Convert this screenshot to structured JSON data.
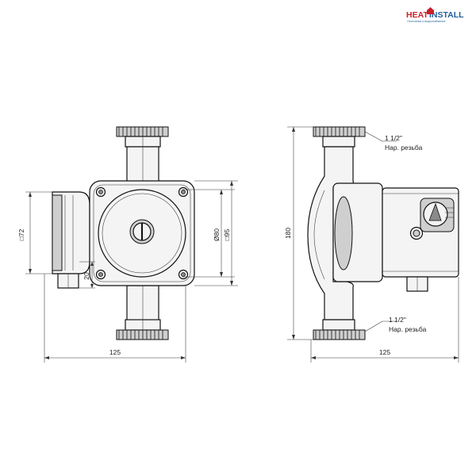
{
  "logo": {
    "text_heat": "HEAT",
    "text_install": "INSTALL",
    "tagline": "Отопление и водоснабжение",
    "color_heat": "#c8202a",
    "color_install": "#1f5f99"
  },
  "front_view": {
    "dim_width": "125",
    "dim_square_left": "□72",
    "dim_diameter": "Ø80",
    "dim_square_right": "□95",
    "dim_offset": "20"
  },
  "side_view": {
    "dim_height": "180",
    "dim_width": "125",
    "thread_top_size": "1 1/2\"",
    "thread_top_label": "Нар. резьба",
    "thread_bottom_size": "1 1/2\"",
    "thread_bottom_label": "Нар. резьба"
  }
}
